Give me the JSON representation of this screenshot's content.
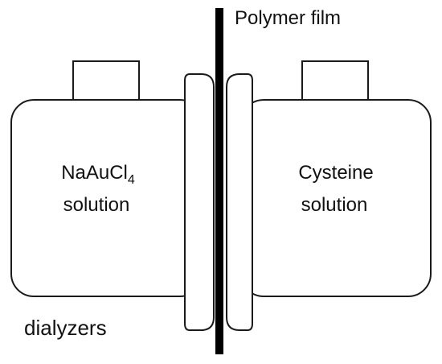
{
  "diagram": {
    "labels": {
      "polymer_film": "Polymer film",
      "left_solution_prefix": "NaAuCl",
      "left_solution_subscript": "4",
      "left_solution_line2": "solution",
      "right_solution_line1": "Cysteine",
      "right_solution_line2": "solution",
      "dialyzers": "dialyzers"
    },
    "colors": {
      "outline": "#1a1a1a",
      "film": "#000000",
      "background": "#ffffff"
    }
  }
}
